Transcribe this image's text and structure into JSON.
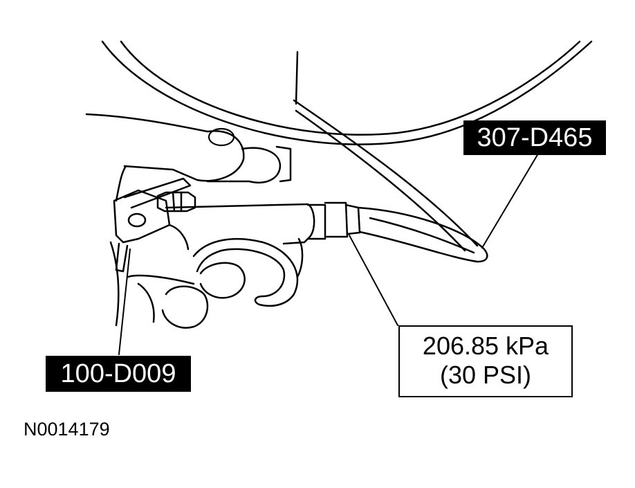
{
  "diagram": {
    "callouts": {
      "tool_top": "307-D465",
      "tool_left": "100-D009",
      "pressure_line1": "206.85 kPa",
      "pressure_line2": "(30 PSI)"
    },
    "figure_id": "N0014179",
    "colors": {
      "ink": "#000000",
      "paper": "#ffffff"
    }
  }
}
